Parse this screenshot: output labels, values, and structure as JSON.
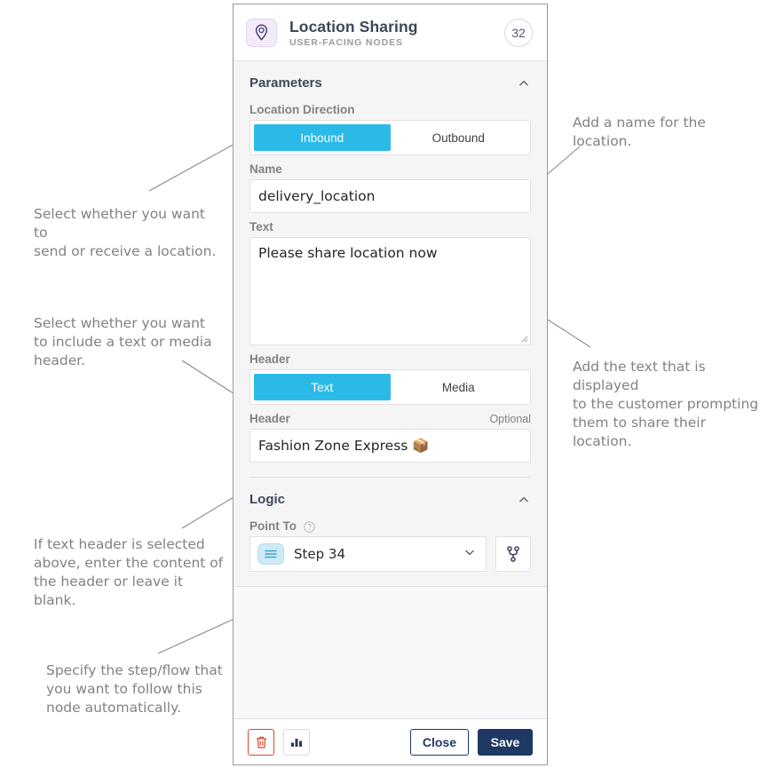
{
  "panel": {
    "header": {
      "icon": "location-pin-icon",
      "title": "Location Sharing",
      "subtitle": "USER-FACING NODES",
      "badge": "32"
    },
    "sections": {
      "parameters": {
        "title": "Parameters",
        "collapse_icon": "chevron-up-icon",
        "location_direction": {
          "label": "Location Direction",
          "options": [
            "Inbound",
            "Outbound"
          ],
          "selected": "Inbound"
        },
        "name": {
          "label": "Name",
          "value": "delivery_location"
        },
        "text": {
          "label": "Text",
          "value": "Please share location now"
        },
        "header_type": {
          "label": "Header",
          "options": [
            "Text",
            "Media"
          ],
          "selected": "Text"
        },
        "header_content": {
          "label": "Header",
          "optional": "Optional",
          "value": "Fashion Zone Express 📦"
        }
      },
      "logic": {
        "title": "Logic",
        "collapse_icon": "chevron-up-icon",
        "point_to": {
          "label": "Point To",
          "help_icon": "question-circle-icon",
          "value": "Step 34",
          "chip_icon": "steps-list-icon",
          "dropdown_icon": "chevron-down-icon",
          "branch_icon": "branch-fork-icon"
        }
      }
    },
    "footer": {
      "delete_icon": "trash-icon",
      "stats_icon": "bar-chart-icon",
      "close_label": "Close",
      "save_label": "Save"
    }
  },
  "annotations": [
    {
      "id": "direction",
      "text": "Select whether you want to\nsend or receive a location."
    },
    {
      "id": "header-type",
      "text": "Select whether you want\nto include a text or media\nheader."
    },
    {
      "id": "header-content",
      "text": "If text header is selected\nabove, enter the content of\nthe header or leave it\nblank."
    },
    {
      "id": "point-to",
      "text": "Specify the step/flow that\nyou want to follow this\nnode automatically."
    },
    {
      "id": "name",
      "text": "Add a name for the location."
    },
    {
      "id": "text",
      "text": "Add the text that is displayed\nto the customer prompting\nthem to share their location."
    }
  ],
  "colors": {
    "accent_cyan": "#2bb9e8",
    "navy": "#1f3864",
    "danger_red": "#d9472b",
    "label_gray": "#808285",
    "panel_bg": "#f5f5f6"
  }
}
